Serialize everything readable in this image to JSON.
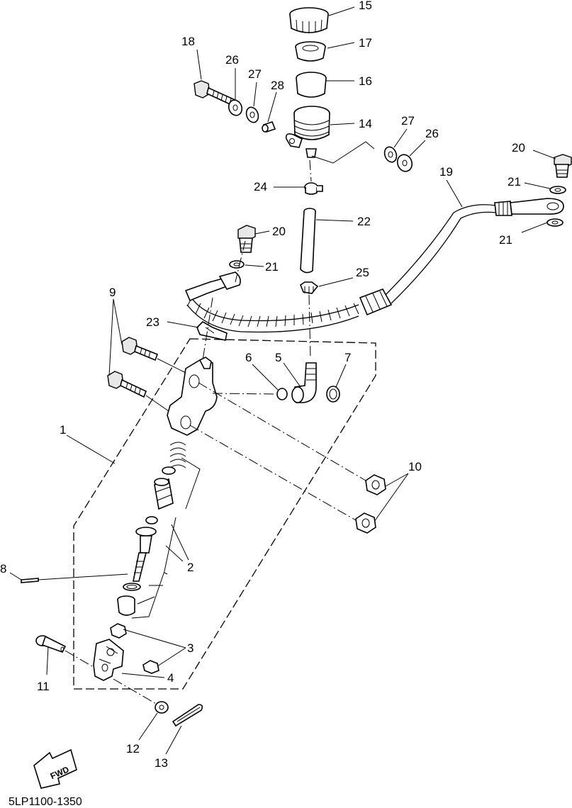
{
  "diagram": {
    "labels": {
      "p1": "1",
      "p2": "2",
      "p3": "3",
      "p4": "4",
      "p5": "5",
      "p6": "6",
      "p7": "7",
      "p8": "8",
      "p9": "9",
      "p10": "10",
      "p11": "11",
      "p12": "12",
      "p13": "13",
      "p14": "14",
      "p15": "15",
      "p16": "16",
      "p17": "17",
      "p18": "18",
      "p19": "19",
      "p20a": "20",
      "p20b": "20",
      "p21a": "21",
      "p21b": "21",
      "p21c": "21",
      "p22": "22",
      "p23": "23",
      "p24": "24",
      "p25": "25",
      "p26a": "26",
      "p26b": "26",
      "p27a": "27",
      "p27b": "27",
      "p28": "28"
    },
    "fwd_label": "FWD",
    "diagram_code": "5LP1100-1350"
  }
}
